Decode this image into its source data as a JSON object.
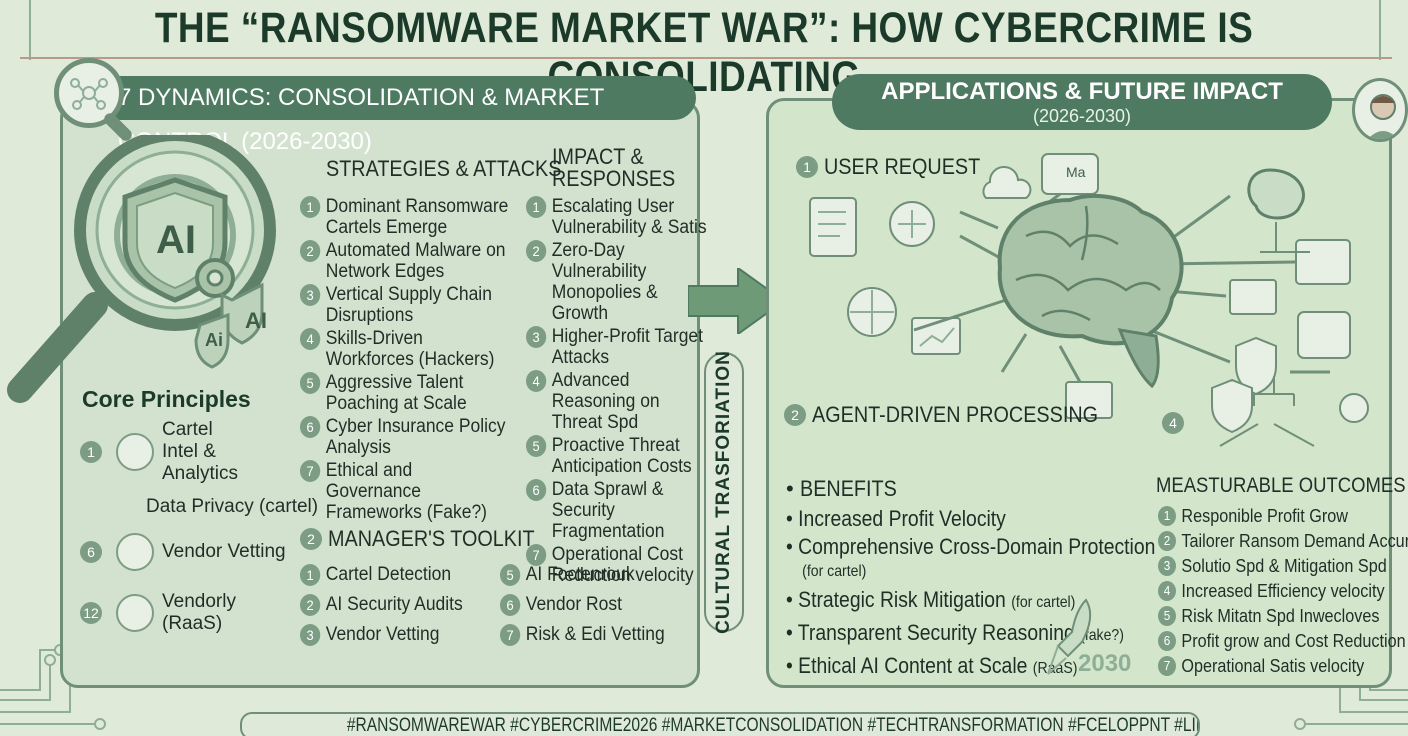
{
  "title": "THE “RANSOMWARE MARKET WAR”: HOW CYBERCRIME IS CONSOLIDATING",
  "left_panel": {
    "header": "7 DYNAMICS: CONSOLIDATION & MARKET CONTROL (2026-2030)",
    "shield_text": "AI",
    "small_shield_1": "AI",
    "small_shield_2": "Ai",
    "strategies_header": "STRATEGIES & ATTACKS",
    "strategies": [
      {
        "n": "1",
        "text": "Dominant Ransomware Cartels Emerge"
      },
      {
        "n": "2",
        "text": "Automated Malware on Network Edges"
      },
      {
        "n": "3",
        "text": "Vertical Supply Chain Disruptions"
      },
      {
        "n": "4",
        "text": "Skills-Driven Workforces (Hackers)"
      },
      {
        "n": "5",
        "text": "Aggressive Talent Poaching at Scale"
      },
      {
        "n": "6",
        "text": "Cyber Insurance Policy Analysis"
      },
      {
        "n": "7",
        "text": "Ethical and Governance Frameworks (Fake?)"
      }
    ],
    "impact_header": "IMPACT & RESPONSES",
    "impacts": [
      {
        "n": "1",
        "text": "Escalating User Vulnerability & Satis"
      },
      {
        "n": "2",
        "text": "Zero-Day Vulnerability Monopolies & Growth"
      },
      {
        "n": "3",
        "text": "Higher-Profit Target Attacks"
      },
      {
        "n": "4",
        "text": "Advanced Reasoning on Threat Spd"
      },
      {
        "n": "5",
        "text": "Proactive Threat Anticipation Costs"
      },
      {
        "n": "6",
        "text": "Data Sprawl & Security Fragmentation"
      },
      {
        "n": "7",
        "text": "Operational Cost Reduction velocity"
      }
    ],
    "core_title": "Core Principles",
    "core_items": [
      {
        "n": "1",
        "icon": "network-nodes-icon",
        "text": "Cartel Intel & Analytics"
      },
      {
        "n": "",
        "icon": "",
        "text": "Data Privacy (cartel)"
      },
      {
        "n": "6",
        "icon": "person-badge-icon",
        "text": "Vendor Vetting"
      },
      {
        "n": "12",
        "icon": "handshake-icon",
        "text": "Vendorly (RaaS)"
      }
    ],
    "toolkit_n": "2",
    "toolkit_header": "MANAGER'S TOOLKIT",
    "toolkit": [
      {
        "n": "1",
        "text": "Cartel Detection"
      },
      {
        "n": "5",
        "text": "AI Foctenrouk"
      },
      {
        "n": "2",
        "text": "AI Security Audits"
      },
      {
        "n": "6",
        "text": "Vendor Rost"
      },
      {
        "n": "3",
        "text": "Vendor Vetting"
      },
      {
        "n": "7",
        "text": "Risk & Edi Vetting"
      }
    ]
  },
  "vertical_label": "CULTURAL TRASFORIATION",
  "right_panel": {
    "header": "APPLICATIONS & FUTURE IMPACT",
    "subheader": "(2026-2030)",
    "step1_n": "1",
    "step1": "USER REQUEST",
    "chat_text": "Ma",
    "step2_n": "2",
    "step2": "AGENT-DRIVEN PROCESSING",
    "step4_n": "4",
    "benefits_title": "BENEFITS",
    "benefits": [
      {
        "text": "Increased Profit Velocity",
        "note": ""
      },
      {
        "text": "Comprehensive Cross-Domain Protection",
        "note": "(for cartel)"
      },
      {
        "text": "Strategic Risk Mitigation",
        "note": "(for cartel)"
      },
      {
        "text": "Transparent Security Reasoning",
        "note": "(fake?)"
      },
      {
        "text": "Ethical AI Content at Scale",
        "note": "(RaaS)"
      }
    ],
    "year": "2030",
    "outcomes_title": "MEASTURABLE OUTCOMES",
    "outcomes": [
      {
        "n": "1",
        "text": "Responible Profit Grow"
      },
      {
        "n": "2",
        "text": "Tailorer Ransom Demand Accuracy"
      },
      {
        "n": "3",
        "text": "Solutio Spd & Mitigation Spd"
      },
      {
        "n": "4",
        "text": "Increased Efficiency velocity"
      },
      {
        "n": "5",
        "text": "Risk Mitatn Spd Inwecloves"
      },
      {
        "n": "6",
        "text": "Profit grow and Cost Reduction"
      },
      {
        "n": "7",
        "text": "Operational Satis velocity"
      }
    ]
  },
  "hashtags": "#RANSOMWAREWAR #CYBERCRIME2026 #MARKETCONSOLIDATION #TECHTRANSFORMATION #FCELOPPNT #LIFUREOFTECH"
}
